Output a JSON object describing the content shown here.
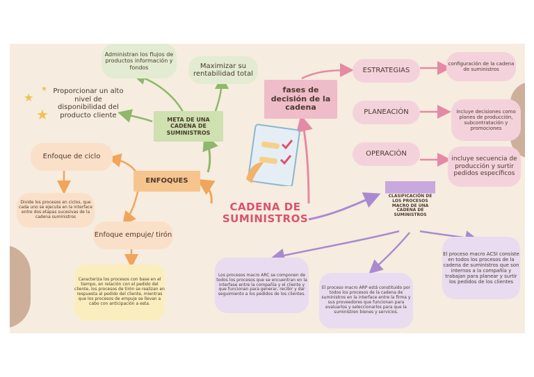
{
  "center": "CADENA DE SUMINISTROS",
  "meta_label": "META DE UNA CADENA DE SUMINISTROS",
  "meta_items": {
    "administran": "Administran los flujos de productos información y fondos",
    "maximizar": "Maximizar su rentabilidad total",
    "proporcionar": "Proporcionar un alto nivel de disponibilidad del producto cliente"
  },
  "fases_label": "fases de decisión de la cadena",
  "fases": [
    {
      "name": "ESTRATEGIAS",
      "desc": "configuración de la cadena de suministros"
    },
    {
      "name": "PLANEACIÓN",
      "desc": "incluye decisiones como planes de producción, subcontratación y promociones"
    },
    {
      "name": "OPERACIÓN",
      "desc": "incluye secuencia de producción y surtir pedidos específicos"
    }
  ],
  "enfoques_label": "ENFOQUES",
  "enfoque_ciclo": "Enfoque de ciclo",
  "enfoque_ciclo_desc": "Divide los procesos en ciclos, que cada uno se ejecuta en la interface entre dos etapas sucesivas de la cadena suministros",
  "enfoque_push": "Enfoque empuje/ tirón",
  "enfoque_push_desc": "Caracteriza los procesos con base en el tiempo, en relación con el pedido del cliente, los procesos de tirón se realizan en respuesta al pedido del cliente, mientras que los procesos de empuje se llevan a cabo con anticipación a esta.",
  "clasificacion_label": "CLASIFICACIÓN DE LOS PROCESOS MACRO DE UNA CADENA DE SUMINISTROS",
  "macro": {
    "arc": "Los procesos macro ARC se componen de todos los procesos que se encuentran en la interfase entre la compañía y el cliente y que funcionan para generar, recibir y dar seguimiento a los pedidos de los clientes.",
    "arp": "El proceso macro ARP está constituido por todos los procesos de la cadena de suministros en la interface entre la firma y sus proveedores que funcionan para evaluarlos y seleccionarlos para que la suministren bienes y servicios.",
    "acsi": "El proceso macro ACSI consiste en todos los procesos de la cadena de suministros que son internos a la compañía y trabajan para planear y surtir los pedidos de los clientes"
  },
  "colors": {
    "board": "#f6ecdf",
    "center_title": "#d9536b",
    "arrow_orange": "#f0a55a",
    "arrow_green": "#8fb86a",
    "arrow_pink": "#e48aa4",
    "arrow_purple": "#a98ad0"
  }
}
